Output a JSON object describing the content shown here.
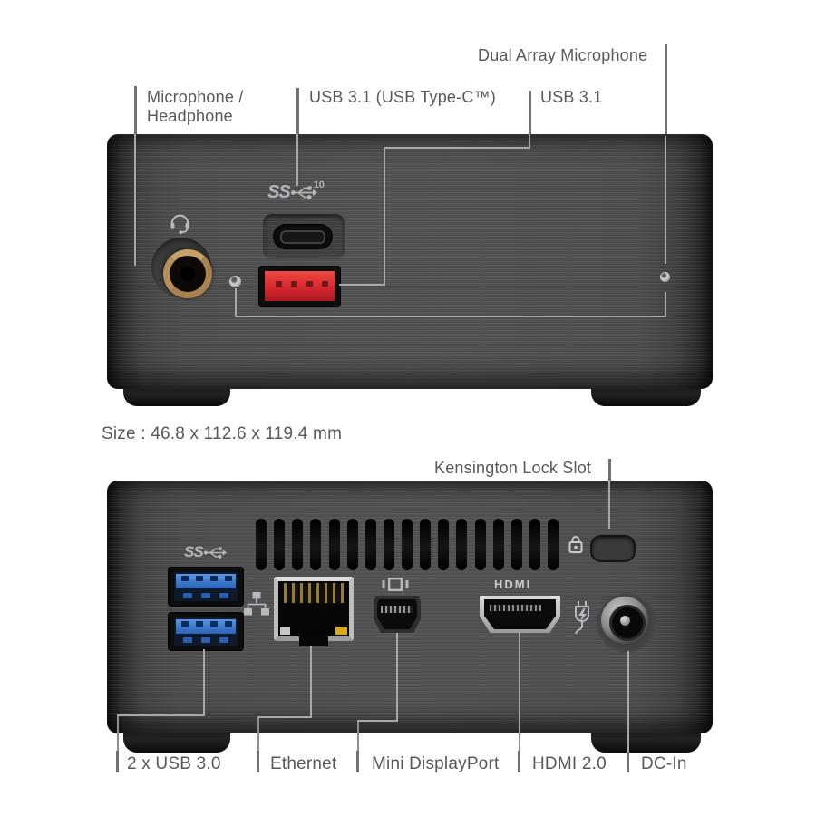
{
  "title": "Mini PC front and rear panel port diagram",
  "front_panel": {
    "labels": {
      "dual_array_mic": "Dual Array Microphone",
      "mic_headphone": "Microphone /\nHeadphone",
      "usb_type_c": "USB 3.1 (USB Type-C™)",
      "usb_31": "USB 3.1"
    },
    "marks": {
      "superspeed_prefix": "SS",
      "superspeed_gen_speed": "10"
    }
  },
  "size_label": "Size : 46.8 x 112.6 x 119.4 mm",
  "rear_panel": {
    "labels": {
      "kensington": "Kensington Lock Slot",
      "usb_30": "2 x USB 3.0",
      "ethernet": "Ethernet",
      "mini_displayport": "Mini DisplayPort",
      "hdmi": "HDMI 2.0",
      "dc_in": "DC-In"
    },
    "marks": {
      "superspeed_prefix": "SS",
      "hdmi_logo": "HDMI"
    }
  },
  "colors": {
    "background": "#ffffff",
    "label_text": "#58595b",
    "leader_line_dark": "#6f7174",
    "leader_line_light": "#a6a8ab",
    "chassis_base": "#4e4e4e",
    "usb31_port_red": "#d92b30",
    "usb30_port_blue": "#3a78cc",
    "audio_jack_gold": "#a8834f",
    "ethernet_led_yellow": "#d7a91c"
  }
}
